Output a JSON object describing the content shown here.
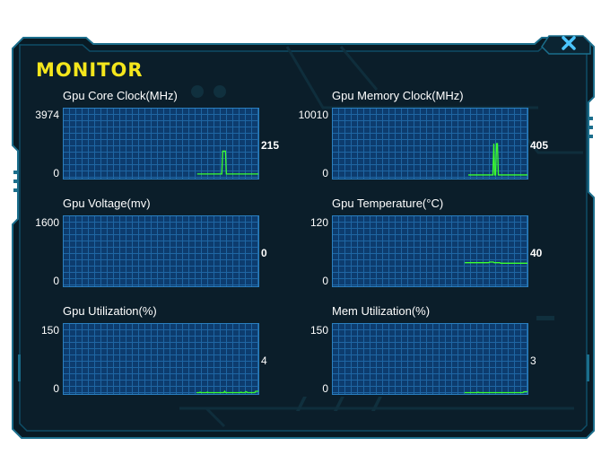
{
  "window": {
    "title": "MONITOR"
  },
  "icons": {
    "close": "close-icon"
  },
  "colors": {
    "accent": "#f4e61c",
    "grid": "#1f66a3",
    "plot_bg": "#0d3c6e",
    "line": "#3cff2e",
    "frame": "#0f5e7f"
  },
  "panels": [
    {
      "id": "gpu-core-clock",
      "title": "Gpu Core Clock(MHz)",
      "max": "3974",
      "min": "0",
      "current": "215",
      "bold": true,
      "series": [
        0,
        0,
        0,
        0,
        0,
        0,
        0,
        0,
        0,
        0,
        0,
        0,
        0,
        0,
        0,
        0,
        0,
        0,
        0,
        0,
        0,
        0,
        0,
        0,
        0,
        0,
        0,
        0,
        0,
        0,
        0,
        0,
        0,
        0,
        0,
        0,
        0,
        0,
        0,
        0,
        0,
        0,
        0,
        0,
        0,
        0,
        0,
        0,
        0,
        0,
        0,
        0,
        0,
        0,
        0,
        0,
        0,
        0,
        0,
        0,
        0,
        0,
        0,
        0,
        0,
        0,
        0,
        0,
        0,
        0,
        0,
        0,
        0,
        0,
        0,
        0,
        0,
        0,
        0,
        0,
        0,
        0,
        0,
        0,
        0,
        0,
        0,
        0,
        0,
        0,
        0,
        0,
        0,
        0,
        0,
        0,
        0,
        0,
        0,
        0,
        0,
        0,
        0,
        0,
        0,
        0,
        0,
        0,
        0,
        0,
        0,
        0,
        0,
        0,
        0,
        0,
        0,
        0,
        0,
        0,
        0,
        0,
        0,
        0,
        0,
        0,
        0,
        0,
        0,
        0,
        0,
        0,
        0,
        0,
        0,
        0,
        0,
        0,
        0,
        0,
        0,
        0,
        0,
        0,
        0,
        0,
        0,
        215,
        215,
        215,
        215,
        215,
        215,
        215,
        215,
        215,
        215,
        215,
        215,
        215,
        215,
        215,
        215,
        215,
        215,
        215,
        215,
        215,
        215,
        215,
        215,
        215,
        215,
        215,
        215,
        1550,
        1550,
        1550,
        1550,
        215,
        215,
        215,
        215,
        215,
        215,
        215,
        215,
        215,
        215,
        215,
        215,
        215,
        215,
        215,
        215,
        215,
        215,
        215,
        215,
        215,
        215,
        215,
        215,
        215,
        215,
        215,
        215,
        215,
        215,
        215,
        215,
        215,
        215,
        215,
        215
      ]
    },
    {
      "id": "gpu-memory-clock",
      "title": "Gpu Memory Clock(MHz)",
      "max": "10010",
      "min": "0",
      "current": "405",
      "bold": true,
      "series": [
        0,
        0,
        0,
        0,
        0,
        0,
        0,
        0,
        0,
        0,
        0,
        0,
        0,
        0,
        0,
        0,
        0,
        0,
        0,
        0,
        0,
        0,
        0,
        0,
        0,
        0,
        0,
        0,
        0,
        0,
        0,
        0,
        0,
        0,
        0,
        0,
        0,
        0,
        0,
        0,
        0,
        0,
        0,
        0,
        0,
        0,
        0,
        0,
        0,
        0,
        0,
        0,
        0,
        0,
        0,
        0,
        0,
        0,
        0,
        0,
        0,
        0,
        0,
        0,
        0,
        0,
        0,
        0,
        0,
        0,
        0,
        0,
        0,
        0,
        0,
        0,
        0,
        0,
        0,
        0,
        0,
        0,
        0,
        0,
        0,
        0,
        0,
        0,
        0,
        0,
        0,
        0,
        0,
        0,
        0,
        0,
        0,
        0,
        0,
        0,
        0,
        0,
        0,
        0,
        0,
        0,
        0,
        0,
        0,
        0,
        0,
        0,
        0,
        0,
        0,
        0,
        0,
        0,
        0,
        0,
        0,
        0,
        0,
        0,
        0,
        0,
        0,
        0,
        0,
        0,
        0,
        0,
        0,
        0,
        0,
        0,
        0,
        0,
        0,
        0,
        0,
        0,
        0,
        0,
        0,
        0,
        0,
        0,
        0,
        0,
        405,
        405,
        405,
        405,
        405,
        405,
        405,
        405,
        405,
        405,
        405,
        405,
        405,
        405,
        405,
        405,
        405,
        405,
        405,
        405,
        405,
        405,
        405,
        405,
        405,
        405,
        405,
        405,
        5000,
        405,
        405,
        5000,
        5000,
        405,
        405,
        405,
        405,
        405,
        405,
        405,
        405,
        405,
        405,
        405,
        405,
        405,
        405,
        405,
        405,
        405,
        405,
        405,
        405,
        405,
        405,
        405,
        405,
        405,
        405,
        405,
        405,
        405,
        405,
        405,
        405,
        405
      ]
    },
    {
      "id": "gpu-voltage",
      "title": "Gpu Voltage(mv)",
      "max": "1600",
      "min": "0",
      "current": "0",
      "bold": true,
      "series": [
        0,
        0,
        0,
        0,
        0,
        0,
        0,
        0,
        0,
        0,
        0,
        0,
        0,
        0,
        0,
        0,
        0,
        0,
        0,
        0,
        0,
        0,
        0,
        0,
        0,
        0,
        0,
        0,
        0,
        0,
        0,
        0,
        0,
        0,
        0,
        0,
        0,
        0,
        0,
        0,
        0,
        0,
        0,
        0,
        0,
        0,
        0,
        0,
        0,
        0,
        0,
        0,
        0,
        0,
        0,
        0,
        0,
        0,
        0,
        0,
        0,
        0,
        0,
        0,
        0,
        0,
        0,
        0,
        0,
        0,
        0,
        0,
        0,
        0,
        0,
        0,
        0,
        0,
        0,
        0,
        0,
        0,
        0,
        0,
        0,
        0,
        0,
        0,
        0,
        0,
        0,
        0,
        0,
        0,
        0,
        0,
        0,
        0,
        0,
        0,
        0,
        0,
        0,
        0,
        0,
        0,
        0,
        0,
        0,
        0,
        0,
        0,
        0,
        0,
        0,
        0,
        0,
        0,
        0,
        0,
        0,
        0,
        0,
        0,
        0,
        0,
        0,
        0,
        0,
        0,
        0,
        0,
        0,
        0,
        0,
        0,
        0,
        0,
        0,
        0,
        0,
        0,
        0,
        0,
        0,
        0,
        0,
        0,
        0,
        0,
        0,
        0,
        0,
        0,
        0,
        0,
        0,
        0,
        0,
        0,
        0,
        0,
        0,
        0,
        0,
        0,
        0,
        0,
        0,
        0,
        0,
        0,
        0,
        0,
        0,
        0,
        0,
        0,
        0,
        0,
        0,
        0,
        0,
        0,
        0,
        0,
        0,
        0,
        0,
        0,
        0,
        0,
        0,
        0,
        0,
        0,
        0,
        0,
        0,
        0,
        0,
        0,
        0,
        0,
        0,
        0,
        0,
        0,
        0,
        0,
        0,
        0,
        0,
        0,
        0,
        0,
        0,
        0,
        0,
        0
      ]
    },
    {
      "id": "gpu-temperature",
      "title": "Gpu Temperature(°C)",
      "max": "120",
      "min": "0",
      "current": "40",
      "bold": true,
      "series": [
        0,
        0,
        0,
        0,
        0,
        0,
        0,
        0,
        0,
        0,
        0,
        0,
        0,
        0,
        0,
        0,
        0,
        0,
        0,
        0,
        0,
        0,
        0,
        0,
        0,
        0,
        0,
        0,
        0,
        0,
        0,
        0,
        0,
        0,
        0,
        0,
        0,
        0,
        0,
        0,
        0,
        0,
        0,
        0,
        0,
        0,
        0,
        0,
        0,
        0,
        0,
        0,
        0,
        0,
        0,
        0,
        0,
        0,
        0,
        0,
        0,
        0,
        0,
        0,
        0,
        0,
        0,
        0,
        0,
        0,
        0,
        0,
        0,
        0,
        0,
        0,
        0,
        0,
        0,
        0,
        0,
        0,
        0,
        0,
        0,
        0,
        0,
        0,
        0,
        0,
        0,
        0,
        0,
        0,
        0,
        0,
        0,
        0,
        0,
        0,
        0,
        0,
        0,
        0,
        0,
        0,
        0,
        0,
        0,
        0,
        0,
        0,
        0,
        0,
        0,
        0,
        0,
        0,
        0,
        0,
        0,
        0,
        0,
        0,
        0,
        0,
        0,
        0,
        0,
        0,
        0,
        0,
        0,
        0,
        0,
        0,
        0,
        0,
        0,
        0,
        0,
        0,
        0,
        0,
        40,
        40,
        40,
        40,
        40,
        40,
        40,
        40,
        40,
        40,
        40,
        40,
        40,
        40,
        40,
        40,
        40,
        40,
        40,
        40,
        40,
        40,
        40,
        40,
        40,
        40,
        40,
        41,
        41,
        41,
        41,
        41,
        40,
        40,
        40,
        40,
        40,
        40,
        40,
        39,
        39,
        39,
        39,
        39,
        39,
        39,
        39,
        39,
        39,
        39,
        39,
        39,
        39,
        39,
        39,
        39,
        39,
        39,
        39,
        39,
        39,
        39,
        39,
        39,
        39,
        39,
        39,
        39,
        39
      ]
    },
    {
      "id": "gpu-utilization",
      "title": "Gpu Utilization(%)",
      "max": "150",
      "min": "0",
      "current": "4",
      "bold": false,
      "series": [
        0,
        0,
        0,
        0,
        0,
        0,
        0,
        0,
        0,
        0,
        0,
        0,
        0,
        0,
        0,
        0,
        0,
        0,
        0,
        0,
        0,
        0,
        0,
        0,
        0,
        0,
        0,
        0,
        0,
        0,
        0,
        0,
        0,
        0,
        0,
        0,
        0,
        0,
        0,
        0,
        0,
        0,
        0,
        0,
        0,
        0,
        0,
        0,
        0,
        0,
        0,
        0,
        0,
        0,
        0,
        0,
        0,
        0,
        0,
        0,
        0,
        0,
        0,
        0,
        0,
        0,
        0,
        0,
        0,
        0,
        0,
        0,
        0,
        0,
        0,
        0,
        0,
        0,
        0,
        0,
        0,
        0,
        0,
        0,
        0,
        0,
        0,
        0,
        0,
        0,
        0,
        0,
        0,
        0,
        0,
        0,
        0,
        0,
        0,
        0,
        0,
        0,
        0,
        0,
        0,
        0,
        0,
        0,
        0,
        0,
        0,
        0,
        0,
        0,
        0,
        0,
        0,
        0,
        0,
        0,
        0,
        0,
        0,
        0,
        0,
        0,
        0,
        0,
        0,
        0,
        0,
        0,
        0,
        0,
        0,
        0,
        0,
        0,
        0,
        0,
        0,
        0,
        0,
        0,
        0,
        0,
        0,
        1,
        1,
        1,
        1,
        2,
        1,
        1,
        1,
        1,
        1,
        1,
        1,
        2,
        1,
        1,
        1,
        1,
        1,
        1,
        1,
        1,
        1,
        1,
        1,
        1,
        1,
        1,
        1,
        1,
        1,
        1,
        4,
        1,
        1,
        1,
        1,
        1,
        1,
        1,
        1,
        1,
        1,
        1,
        1,
        1,
        1,
        1,
        1,
        1,
        2,
        1,
        1,
        1,
        1,
        3,
        3,
        1,
        1,
        1,
        1,
        1,
        1,
        1,
        1,
        1,
        4,
        4,
        4,
        4
      ]
    },
    {
      "id": "mem-utilization",
      "title": "Mem Utilization(%)",
      "max": "150",
      "min": "0",
      "current": "3",
      "bold": false,
      "series": [
        0,
        0,
        0,
        0,
        0,
        0,
        0,
        0,
        0,
        0,
        0,
        0,
        0,
        0,
        0,
        0,
        0,
        0,
        0,
        0,
        0,
        0,
        0,
        0,
        0,
        0,
        0,
        0,
        0,
        0,
        0,
        0,
        0,
        0,
        0,
        0,
        0,
        0,
        0,
        0,
        0,
        0,
        0,
        0,
        0,
        0,
        0,
        0,
        0,
        0,
        0,
        0,
        0,
        0,
        0,
        0,
        0,
        0,
        0,
        0,
        0,
        0,
        0,
        0,
        0,
        0,
        0,
        0,
        0,
        0,
        0,
        0,
        0,
        0,
        0,
        0,
        0,
        0,
        0,
        0,
        0,
        0,
        0,
        0,
        0,
        0,
        0,
        0,
        0,
        0,
        0,
        0,
        0,
        0,
        0,
        0,
        0,
        0,
        0,
        0,
        0,
        0,
        0,
        0,
        0,
        0,
        0,
        0,
        0,
        0,
        0,
        0,
        0,
        0,
        0,
        0,
        0,
        0,
        0,
        0,
        0,
        0,
        0,
        0,
        0,
        0,
        0,
        0,
        0,
        0,
        0,
        0,
        0,
        0,
        0,
        0,
        0,
        0,
        0,
        0,
        0,
        0,
        0,
        0,
        0,
        1,
        1,
        1,
        1,
        1,
        1,
        1,
        1,
        1,
        1,
        1,
        1,
        1,
        1,
        1,
        2,
        1,
        1,
        1,
        1,
        1,
        1,
        1,
        1,
        1,
        1,
        1,
        1,
        1,
        1,
        1,
        1,
        1,
        1,
        1,
        1,
        1,
        1,
        1,
        1,
        1,
        1,
        1,
        1,
        1,
        1,
        1,
        1,
        1,
        1,
        1,
        1,
        1,
        1,
        1,
        1,
        1,
        1,
        1,
        1,
        1,
        1,
        1,
        1,
        1,
        3,
        3,
        3,
        3,
        3
      ]
    }
  ]
}
